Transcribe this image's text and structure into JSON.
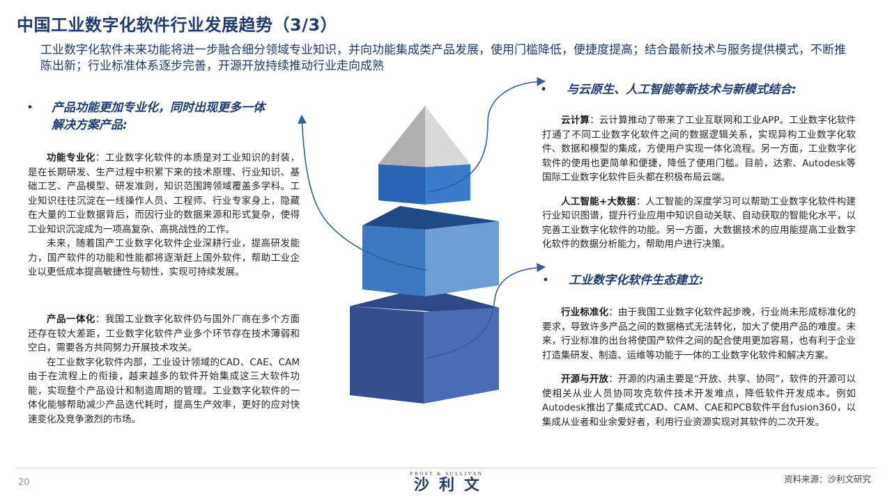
{
  "title": "中国工业数字化软件行业发展趋势（3/3）",
  "subtitle": "工业数字化软件未来功能将进一步融合细分领域专业知识，并向功能集成类产品发展，使用门槛降低，便捷度提高；结合最新技术与服务提供模式，不断推陈出新；行业标准体系逐步完善，开源开放持续推动行业走向成熟",
  "bullet": "•",
  "left": {
    "heading": [
      "产品功能更加专业化，同时出现更多一体",
      "解决方案产品:"
    ],
    "blocks": [
      {
        "label": "功能专业化",
        "text": "：工业数字化软件的本质是对工业知识的封装，是在长期研发、生产过程中积累下来的技术原理、行业知识、基础工艺、产品模型、研发准则，知识范围跨领域覆盖多学科。工业知识往往沉淀在一线操作人员、工程师、行业专家身上，隐藏在大量的工业数据背后，而因行业的数据来源和形式复杂，使得工业知识沉淀成为一项高复杂、高挑战性的工作。",
        "extra": "未来，随着国产工业数字化软件企业深耕行业，提高研发能力，国产软件的功能和性能都将逐渐赶上国外软件，帮助工业企业以更低成本提高敏捷性与韧性，实现可持续发展。"
      },
      {
        "label": "产品一体化",
        "text": "：我国工业数字化软件仍与国外厂商在多个方面还存在较大差距，工业数字化软件产业多个环节存在技术薄弱和空白，需要各方共同努力开展技术攻关。",
        "extra": "在工业数字化软件内部，工业设计领域的CAD、CAE、CAM由于在流程上的衔接，越来越多的软件开始集成这三大软件功能，实现整个产品设计和制造周期的管理。工业数字化软件的一体化能够帮助减少产品迭代耗时，提高生产效率，更好的应对快速变化及竞争激烈的市场。"
      }
    ]
  },
  "right_top": {
    "heading": "与云原生、人工智能等新技术与新模式结合:",
    "blocks": [
      {
        "label": "云计算",
        "text": "：云计算推动了带来了工业互联网和工业APP。工业数字化软件打通了不同工业数字化软件之间的数据逻辑关系，实现异构工业数字化软件、数据和模型的集成，方便用户实现一体化流程。另一方面，工业数字化软件的使用也更简单和便捷，降低了使用门槛。目前，达索、Autodesk等国际工业数字化软件巨头都在积极布局云端。"
      },
      {
        "label": "人工智能+大数据",
        "text": "：人工智能的深度学习可以帮助工业数字化软件构建行业知识图谱，提升行业应用中知识自动关联、自动获取的智能化水平，以完善工业数字化软件的功能。另一方面，大数据技术的应用能提高工业数字化软件的数据分析能力，帮助用户进行决策。"
      }
    ]
  },
  "right_bottom": {
    "heading": "工业数字化软件生态建立:",
    "blocks": [
      {
        "label": "行业标准化",
        "text": "：由于我国工业数字化软件起步晚，行业尚未形成标准化的要求，导致许多产品之间的数据格式无法转化，加大了使用产品的难度。未来，行业标准的出台将使国产软件之间的配合使用更加容易，也有利于企业打造集研发、制造、运维等功能于一体的工业数字化软件和解决方案。"
      },
      {
        "label": "开源与开放",
        "text": "：开源的内涵主要是“开放、共享、协同”，软件的开源可以使相关从业人员协同攻克软件技术开发难点，降低软件开发成本。例如Autodesk推出了集成式CAD、CAM、CAE和PCB软件平台fusion360，以集成从业者和业余爱好者，利用行业资源实现对其软件的二次开发。"
      }
    ]
  },
  "footer": {
    "page": "20",
    "logo_en": "FROST & SULLIVAN",
    "logo_cn": "沙利文",
    "source": "资料来源：沙利文研究"
  },
  "colors": {
    "title": "#1e3a6e",
    "pyramid_top": "#c8c8c8",
    "pyramid_upper": "#2f66b8",
    "pyramid_middle": "#5b8fc9",
    "pyramid_bottom": "#3e5aa0",
    "arrow": "#2f5f9a"
  },
  "icons": [
    "pyramid-graphic",
    "curved-arrow-icon"
  ]
}
